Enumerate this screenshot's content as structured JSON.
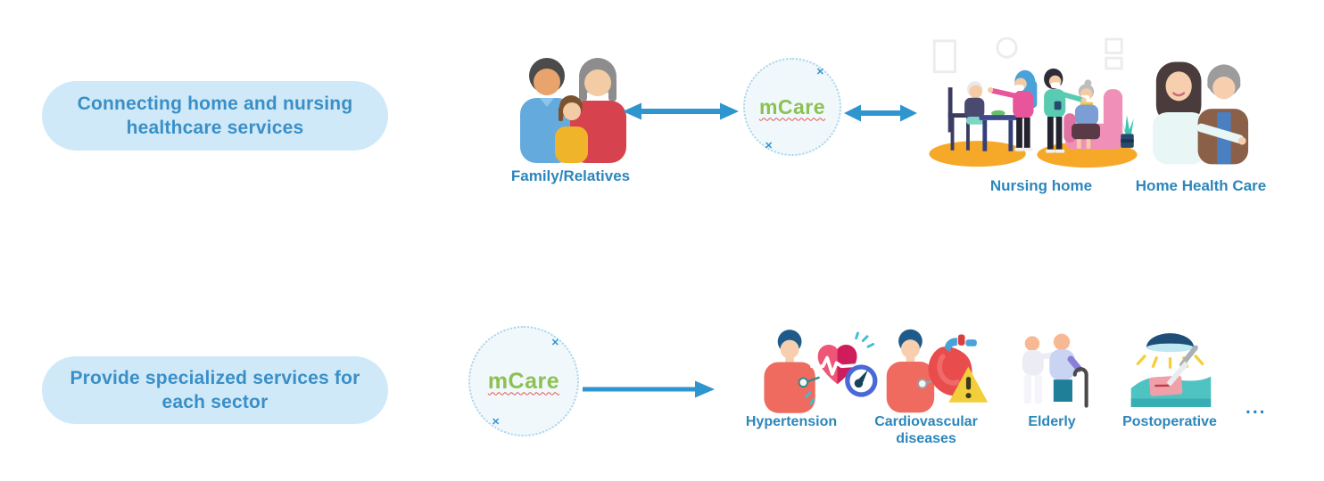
{
  "diagram_title": "mCare services diagram",
  "colors": {
    "pill_bg": "#cfe9f8",
    "pill_text": "#3a8fc7",
    "caption_text": "#2c86bb",
    "arrow_blue": "#2e95cf",
    "mcare_green": "#8cc152",
    "mcare_underline_red": "#e2574c",
    "circle_border": "#a9d6ea",
    "circle_fill": "#f0f8fc"
  },
  "sparkle_glyph": "✕",
  "rows": [
    {
      "pill": "Connecting home and nursing\nhealthcare services",
      "node_label": "mCare",
      "connections": [
        "double-arrow-left",
        "double-arrow-right"
      ],
      "items": [
        {
          "label": "Family/Relatives",
          "icon": "family-icon"
        },
        {
          "label": "Nursing home",
          "icon": "nursing-home-icon"
        },
        {
          "label": "Home Health Care",
          "icon": "home-health-care-icon"
        }
      ]
    },
    {
      "pill": "Provide specialized services for\neach sector",
      "node_label": "mCare",
      "connections": [
        "single-arrow-right"
      ],
      "items": [
        {
          "label": "Hypertension",
          "icon": "hypertension-icon"
        },
        {
          "label": "Cardiovascular\ndiseases",
          "icon": "cardiovascular-diseases-icon"
        },
        {
          "label": "Elderly",
          "icon": "elderly-icon"
        },
        {
          "label": "Postoperative",
          "icon": "postoperative-icon"
        }
      ],
      "more": "..."
    }
  ]
}
